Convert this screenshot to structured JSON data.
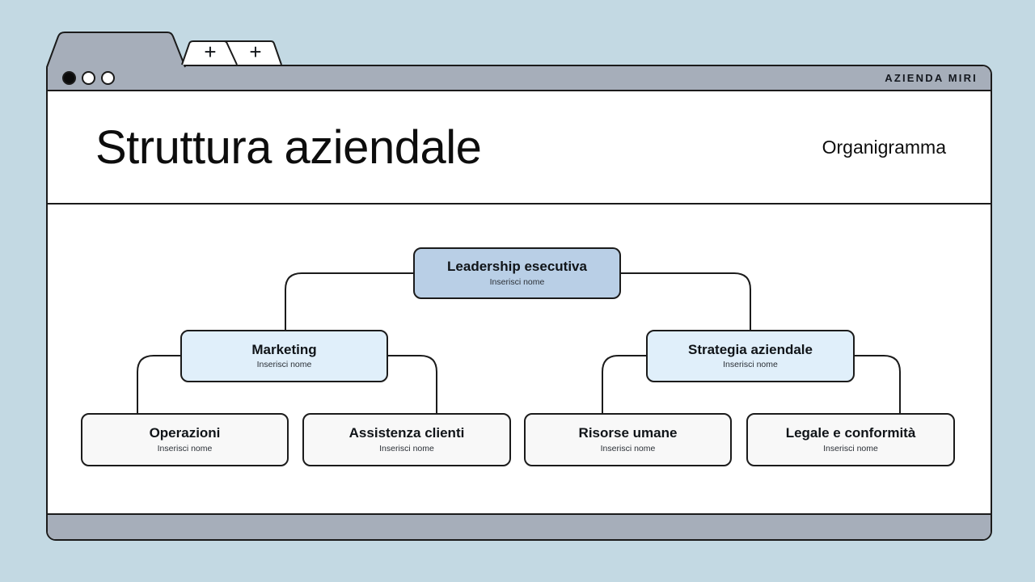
{
  "colors": {
    "background": "#c3d9e3",
    "chrome": "#a6aeba",
    "line": "#1b1b1b",
    "node-root": "#b9cfe6",
    "node-l2": "#e0effa",
    "node-l3": "#f8f8f8",
    "paper": "#ffffff",
    "text": "#14181f"
  },
  "browser": {
    "brand": "AZIENDA MIRI",
    "tabs": [
      {
        "label": "+"
      },
      {
        "label": "+"
      }
    ],
    "window_controls": [
      {
        "icon": "circle-filled"
      },
      {
        "icon": "circle-outline"
      },
      {
        "icon": "circle-outline"
      }
    ]
  },
  "page_header": {
    "title": "Struttura aziendale",
    "subtitle": "Organigramma"
  },
  "org_chart": {
    "type": "tree",
    "nodes": [
      {
        "id": "leadership",
        "level": 1,
        "parent": null,
        "title": "Leadership esecutiva",
        "name_placeholder": "Inserisci nome"
      },
      {
        "id": "marketing",
        "level": 2,
        "parent": "leadership",
        "title": "Marketing",
        "name_placeholder": "Inserisci nome"
      },
      {
        "id": "strategia",
        "level": 2,
        "parent": "leadership",
        "title": "Strategia aziendale",
        "name_placeholder": "Inserisci nome"
      },
      {
        "id": "operazioni",
        "level": 3,
        "parent": "marketing",
        "title": "Operazioni",
        "name_placeholder": "Inserisci nome"
      },
      {
        "id": "assistenza",
        "level": 3,
        "parent": "marketing",
        "title": "Assistenza clienti",
        "name_placeholder": "Inserisci nome"
      },
      {
        "id": "risorse",
        "level": 3,
        "parent": "strategia",
        "title": "Risorse umane",
        "name_placeholder": "Inserisci nome"
      },
      {
        "id": "legale",
        "level": 3,
        "parent": "strategia",
        "title": "Legale e conformità",
        "name_placeholder": "Inserisci nome"
      }
    ]
  }
}
